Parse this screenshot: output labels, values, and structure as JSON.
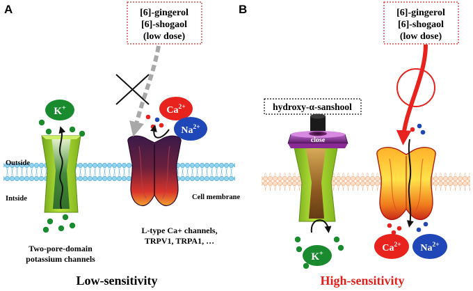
{
  "panel_a": {
    "letter": "A",
    "compounds": [
      "[6]-gingerol",
      "[6]-shogaol",
      "(low dose)"
    ],
    "membrane_outside_label": "Outside",
    "membrane_inside_label": "Intside",
    "membrane_label": "Cell membrane",
    "k_ion": {
      "base": "K",
      "sup": "+"
    },
    "ca_ion": {
      "base": "Ca",
      "sup": "2+"
    },
    "na_ion": {
      "base": "Na",
      "sup": "2+"
    },
    "channel_left_label": [
      "Two-pore-domain",
      "potassium channels"
    ],
    "channel_right_label": [
      "L-type Ca+ channels,",
      "TRPV1, TRPA1, …"
    ],
    "caption": "Low-sensitivity",
    "caption_color": "#000000"
  },
  "panel_b": {
    "letter": "B",
    "compounds": [
      "[6]-gingerol",
      "[6]-shogaol",
      "(low dose)"
    ],
    "blocker_label": "hydroxy-α-sanshool",
    "close_label": "close",
    "k_ion": {
      "base": "K",
      "sup": "+"
    },
    "ca_ion": {
      "base": "Ca",
      "sup": "2+"
    },
    "na_ion": {
      "base": "Na",
      "sup": "2+"
    },
    "caption": "High-sensitivity",
    "caption_color": "#e0201b"
  },
  "colors": {
    "k_green": "#1a8a2e",
    "ca_red": "#e8231e",
    "na_blue": "#1f47b8",
    "channel_green": "#9acd1e",
    "arrow_red": "#e8231e",
    "arrow_grey": "#a8a8a8",
    "membrane_blue": "#8fd3f0",
    "membrane_peach": "#f8c8a8"
  }
}
